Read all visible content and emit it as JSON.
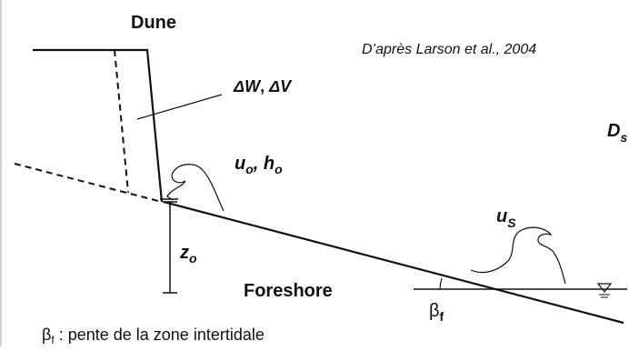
{
  "labels": {
    "dune": "Dune",
    "citation": "D’après Larson et al., 2004",
    "delta_w": "ΔW",
    "delta_sep": ", ",
    "delta_v": "ΔV",
    "u_main": "u",
    "u_sub": "o",
    "h_main": "h",
    "h_sub": "o",
    "comma": ", ",
    "z_main": "z",
    "z_sub": "o",
    "us_main": "u",
    "us_sub": "S",
    "ds_main": "D",
    "ds_sub": "s",
    "foreshore": "Foreshore",
    "beta_main": "β",
    "beta_sub": "f",
    "caption_beta": "β",
    "caption_sub": "f",
    "caption_text": " : pente de la zone intertidale"
  },
  "colors": {
    "line": "#111111",
    "text": "#111111",
    "border": "#d0d0d0"
  }
}
